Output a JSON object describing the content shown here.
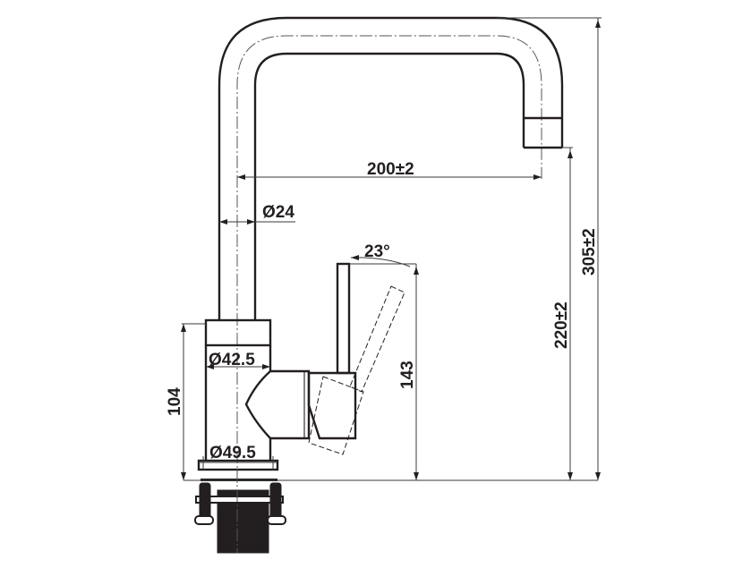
{
  "drawing": {
    "subject": "Kitchen faucet side elevation technical drawing",
    "units_note": "",
    "stroke_color": "#231f20"
  },
  "dimensions": {
    "spout_reach": "200±2",
    "spout_pipe_diameter": "Ø24",
    "handle_angle": "23°",
    "collar_diameter": "Ø42.5",
    "base_diameter": "Ø49.5",
    "body_height": "104",
    "handle_height": "143",
    "aerator_height": "220±2",
    "total_height": "305±2"
  }
}
